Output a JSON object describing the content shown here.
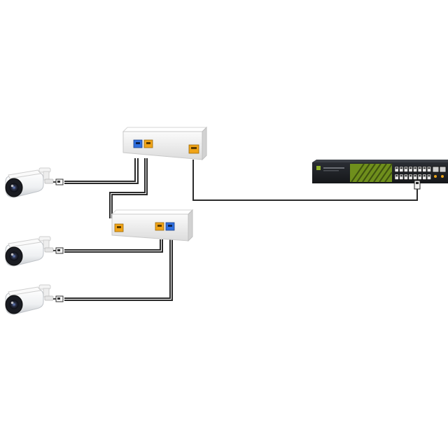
{
  "diagram": {
    "title": "",
    "switch": {
      "ports_total": 18,
      "poe_ports": 16,
      "uplink_ports": 2,
      "brand_text": "",
      "colors": {
        "body": "#1e2024",
        "panel_accent": "#6f8f1c",
        "port": "#e9e9e9",
        "link_led": "#e8a21a"
      }
    },
    "extenders": [
      {
        "id": "extender-1",
        "output_ports": 2,
        "input_ports": 1,
        "colors": {
          "out": "#2f6fe0",
          "in": "#f0a418"
        }
      },
      {
        "id": "extender-2",
        "output_ports": 2,
        "input_ports": 1,
        "colors": {
          "out": "#2f6fe0",
          "in": "#f0a418"
        }
      }
    ],
    "cameras": [
      {
        "id": "camera-1",
        "type": "bullet-camera"
      },
      {
        "id": "camera-2",
        "type": "bullet-camera"
      },
      {
        "id": "camera-3",
        "type": "bullet-camera"
      }
    ],
    "connections": [
      {
        "from": "switch",
        "to": "extender-1"
      },
      {
        "from": "extender-1",
        "to": "camera-1"
      },
      {
        "from": "extender-1",
        "to": "extender-2"
      },
      {
        "from": "extender-2",
        "to": "camera-2"
      },
      {
        "from": "extender-2",
        "to": "camera-3"
      }
    ],
    "colors": {
      "cable": "#2b2b2b",
      "background": "#ffffff"
    }
  }
}
